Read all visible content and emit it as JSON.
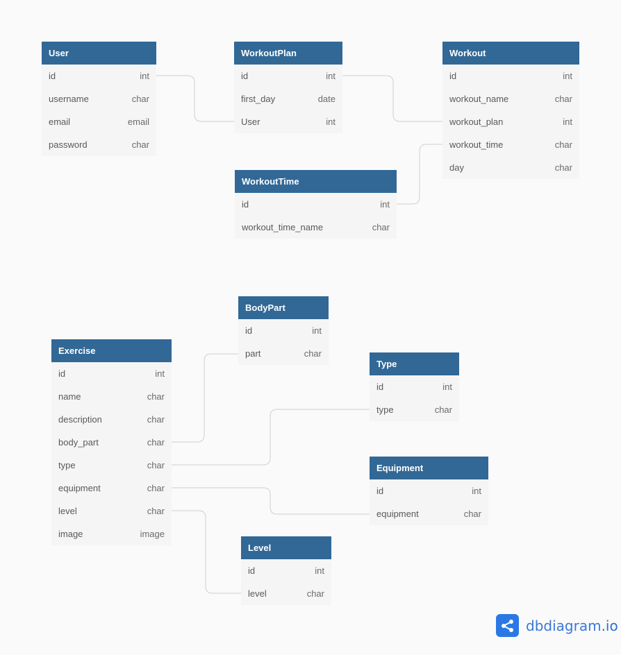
{
  "tables": [
    {
      "id": "user",
      "name": "User",
      "fields": [
        {
          "name": "id",
          "type": "int"
        },
        {
          "name": "username",
          "type": "char"
        },
        {
          "name": "email",
          "type": "email"
        },
        {
          "name": "password",
          "type": "char"
        }
      ]
    },
    {
      "id": "workoutplan",
      "name": "WorkoutPlan",
      "fields": [
        {
          "name": "id",
          "type": "int"
        },
        {
          "name": "first_day",
          "type": "date"
        },
        {
          "name": "User",
          "type": "int"
        }
      ]
    },
    {
      "id": "workout",
      "name": "Workout",
      "fields": [
        {
          "name": "id",
          "type": "int"
        },
        {
          "name": "workout_name",
          "type": "char"
        },
        {
          "name": "workout_plan",
          "type": "int"
        },
        {
          "name": "workout_time",
          "type": "char"
        },
        {
          "name": "day",
          "type": "char"
        }
      ]
    },
    {
      "id": "workouttime",
      "name": "WorkoutTime",
      "fields": [
        {
          "name": "id",
          "type": "int"
        },
        {
          "name": "workout_time_name",
          "type": "char"
        }
      ]
    },
    {
      "id": "bodypart",
      "name": "BodyPart",
      "fields": [
        {
          "name": "id",
          "type": "int"
        },
        {
          "name": "part",
          "type": "char"
        }
      ]
    },
    {
      "id": "exercise",
      "name": "Exercise",
      "fields": [
        {
          "name": "id",
          "type": "int"
        },
        {
          "name": "name",
          "type": "char"
        },
        {
          "name": "description",
          "type": "char"
        },
        {
          "name": "body_part",
          "type": "char"
        },
        {
          "name": "type",
          "type": "char"
        },
        {
          "name": "equipment",
          "type": "char"
        },
        {
          "name": "level",
          "type": "char"
        },
        {
          "name": "image",
          "type": "image"
        }
      ]
    },
    {
      "id": "type",
      "name": "Type",
      "fields": [
        {
          "name": "id",
          "type": "int"
        },
        {
          "name": "type",
          "type": "char"
        }
      ]
    },
    {
      "id": "equipment",
      "name": "Equipment",
      "fields": [
        {
          "name": "id",
          "type": "int"
        },
        {
          "name": "equipment",
          "type": "char"
        }
      ]
    },
    {
      "id": "level",
      "name": "Level",
      "fields": [
        {
          "name": "id",
          "type": "int"
        },
        {
          "name": "level",
          "type": "char"
        }
      ]
    }
  ],
  "relationships": [
    {
      "from": "user.id",
      "to": "workoutplan.User"
    },
    {
      "from": "workoutplan.id",
      "to": "workout.workout_plan"
    },
    {
      "from": "workouttime.id",
      "to": "workout.workout_time"
    },
    {
      "from": "exercise.body_part",
      "to": "bodypart.part"
    },
    {
      "from": "exercise.type",
      "to": "type.type"
    },
    {
      "from": "exercise.equipment",
      "to": "equipment.equipment"
    },
    {
      "from": "exercise.level",
      "to": "level.level"
    }
  ],
  "brand": {
    "text_main": "dbdiagram",
    "text_domain": ".io",
    "icon": "share-nodes-icon"
  },
  "colors": {
    "header_bg": "#316896",
    "row_bg": "#f5f5f5",
    "connector": "#cfcfcf",
    "brand": "#2b78e4"
  }
}
